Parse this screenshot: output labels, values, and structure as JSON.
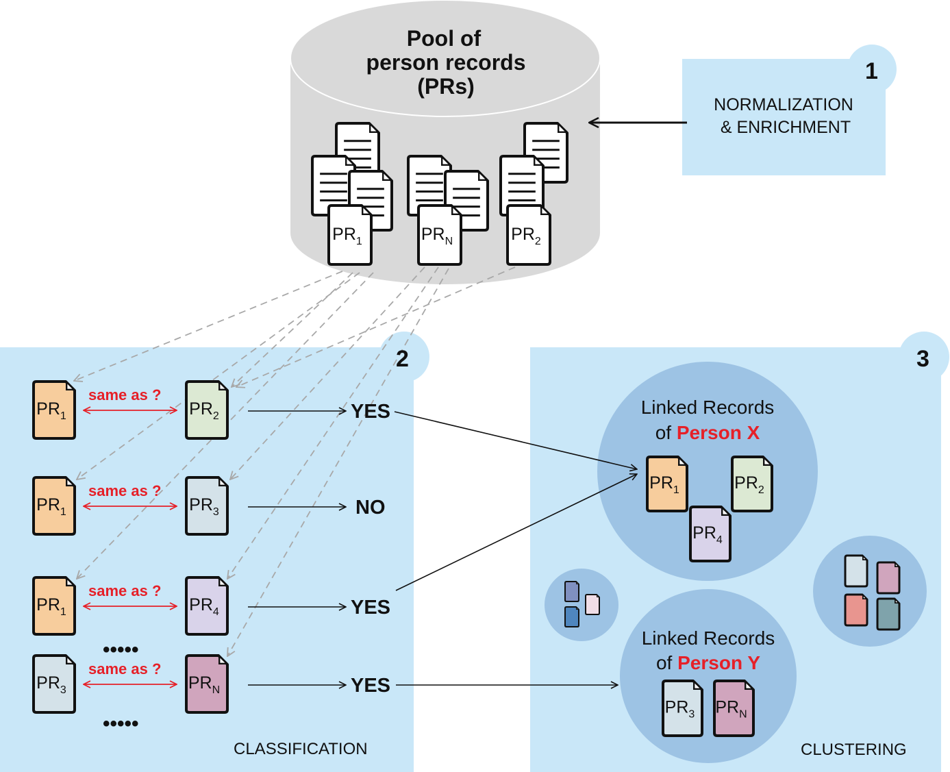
{
  "pool": {
    "title_lines": [
      "Pool of",
      "person records",
      "(PRs)"
    ],
    "stacks": [
      {
        "label": "PR",
        "sub": "1"
      },
      {
        "label": "PR",
        "sub": "N"
      },
      {
        "label": "PR",
        "sub": "2"
      }
    ]
  },
  "step1": {
    "number": "1",
    "lines": [
      "NORMALIZATION",
      "& ENRICHMENT"
    ]
  },
  "step2": {
    "number": "2",
    "section_label": "CLASSIFICATION",
    "question": "same as ?",
    "ellipsis": "•••••",
    "pairs": [
      {
        "left": {
          "label": "PR",
          "sub": "1",
          "color": "#f7cd9d"
        },
        "right": {
          "label": "PR",
          "sub": "2",
          "color": "#dce9d3"
        },
        "answer": "YES"
      },
      {
        "left": {
          "label": "PR",
          "sub": "1",
          "color": "#f7cd9d"
        },
        "right": {
          "label": "PR",
          "sub": "3",
          "color": "#d4e2e9"
        },
        "answer": "NO"
      },
      {
        "left": {
          "label": "PR",
          "sub": "1",
          "color": "#f7cd9d"
        },
        "right": {
          "label": "PR",
          "sub": "4",
          "color": "#d9d3ea"
        },
        "answer": "YES"
      },
      {
        "left": {
          "label": "PR",
          "sub": "3",
          "color": "#d4e2e9"
        },
        "right": {
          "label": "PR",
          "sub": "N",
          "color": "#d0a5bd"
        },
        "answer": "YES"
      }
    ]
  },
  "step3": {
    "number": "3",
    "section_label": "CLUSTERING",
    "cluster_x": {
      "line1": "Linked Records",
      "line2_prefix": "of ",
      "person": "Person X",
      "docs": [
        {
          "label": "PR",
          "sub": "1",
          "color": "#f7cd9d"
        },
        {
          "label": "PR",
          "sub": "2",
          "color": "#dce9d3"
        },
        {
          "label": "PR",
          "sub": "4",
          "color": "#d9d3ea"
        }
      ]
    },
    "cluster_y": {
      "line1": "Linked Records",
      "line2_prefix": "of ",
      "person": "Person Y",
      "docs": [
        {
          "label": "PR",
          "sub": "3",
          "color": "#d4e2e9"
        },
        {
          "label": "PR",
          "sub": "N",
          "color": "#d0a5bd"
        }
      ]
    },
    "small_cluster_left_colors": [
      "#8090c0",
      "#f0dde6",
      "#4f86be"
    ],
    "small_cluster_right_colors": [
      "#d4e2e9",
      "#d0a5bd",
      "#e8958f",
      "#7fa3ab"
    ]
  },
  "colors": {
    "panel_bg": "#c9e7f8",
    "cluster_bg": "#9dc3e4",
    "cylinder": "#d9d9d9",
    "accent_red": "#e62028",
    "dashed": "#a8a8a8"
  }
}
